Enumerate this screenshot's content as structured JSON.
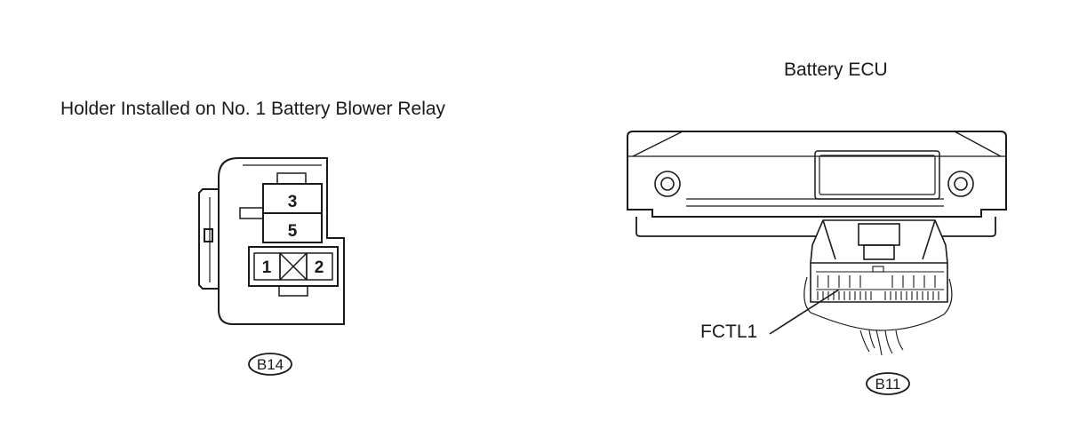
{
  "relay": {
    "title": "Holder Installed on No. 1 Battery Blower Relay",
    "pins": [
      "3",
      "5",
      "1",
      "2"
    ],
    "connector_code": "B14"
  },
  "ecu": {
    "title": "Battery ECU",
    "terminal_label": "FCTL1",
    "connector_code": "B11"
  }
}
